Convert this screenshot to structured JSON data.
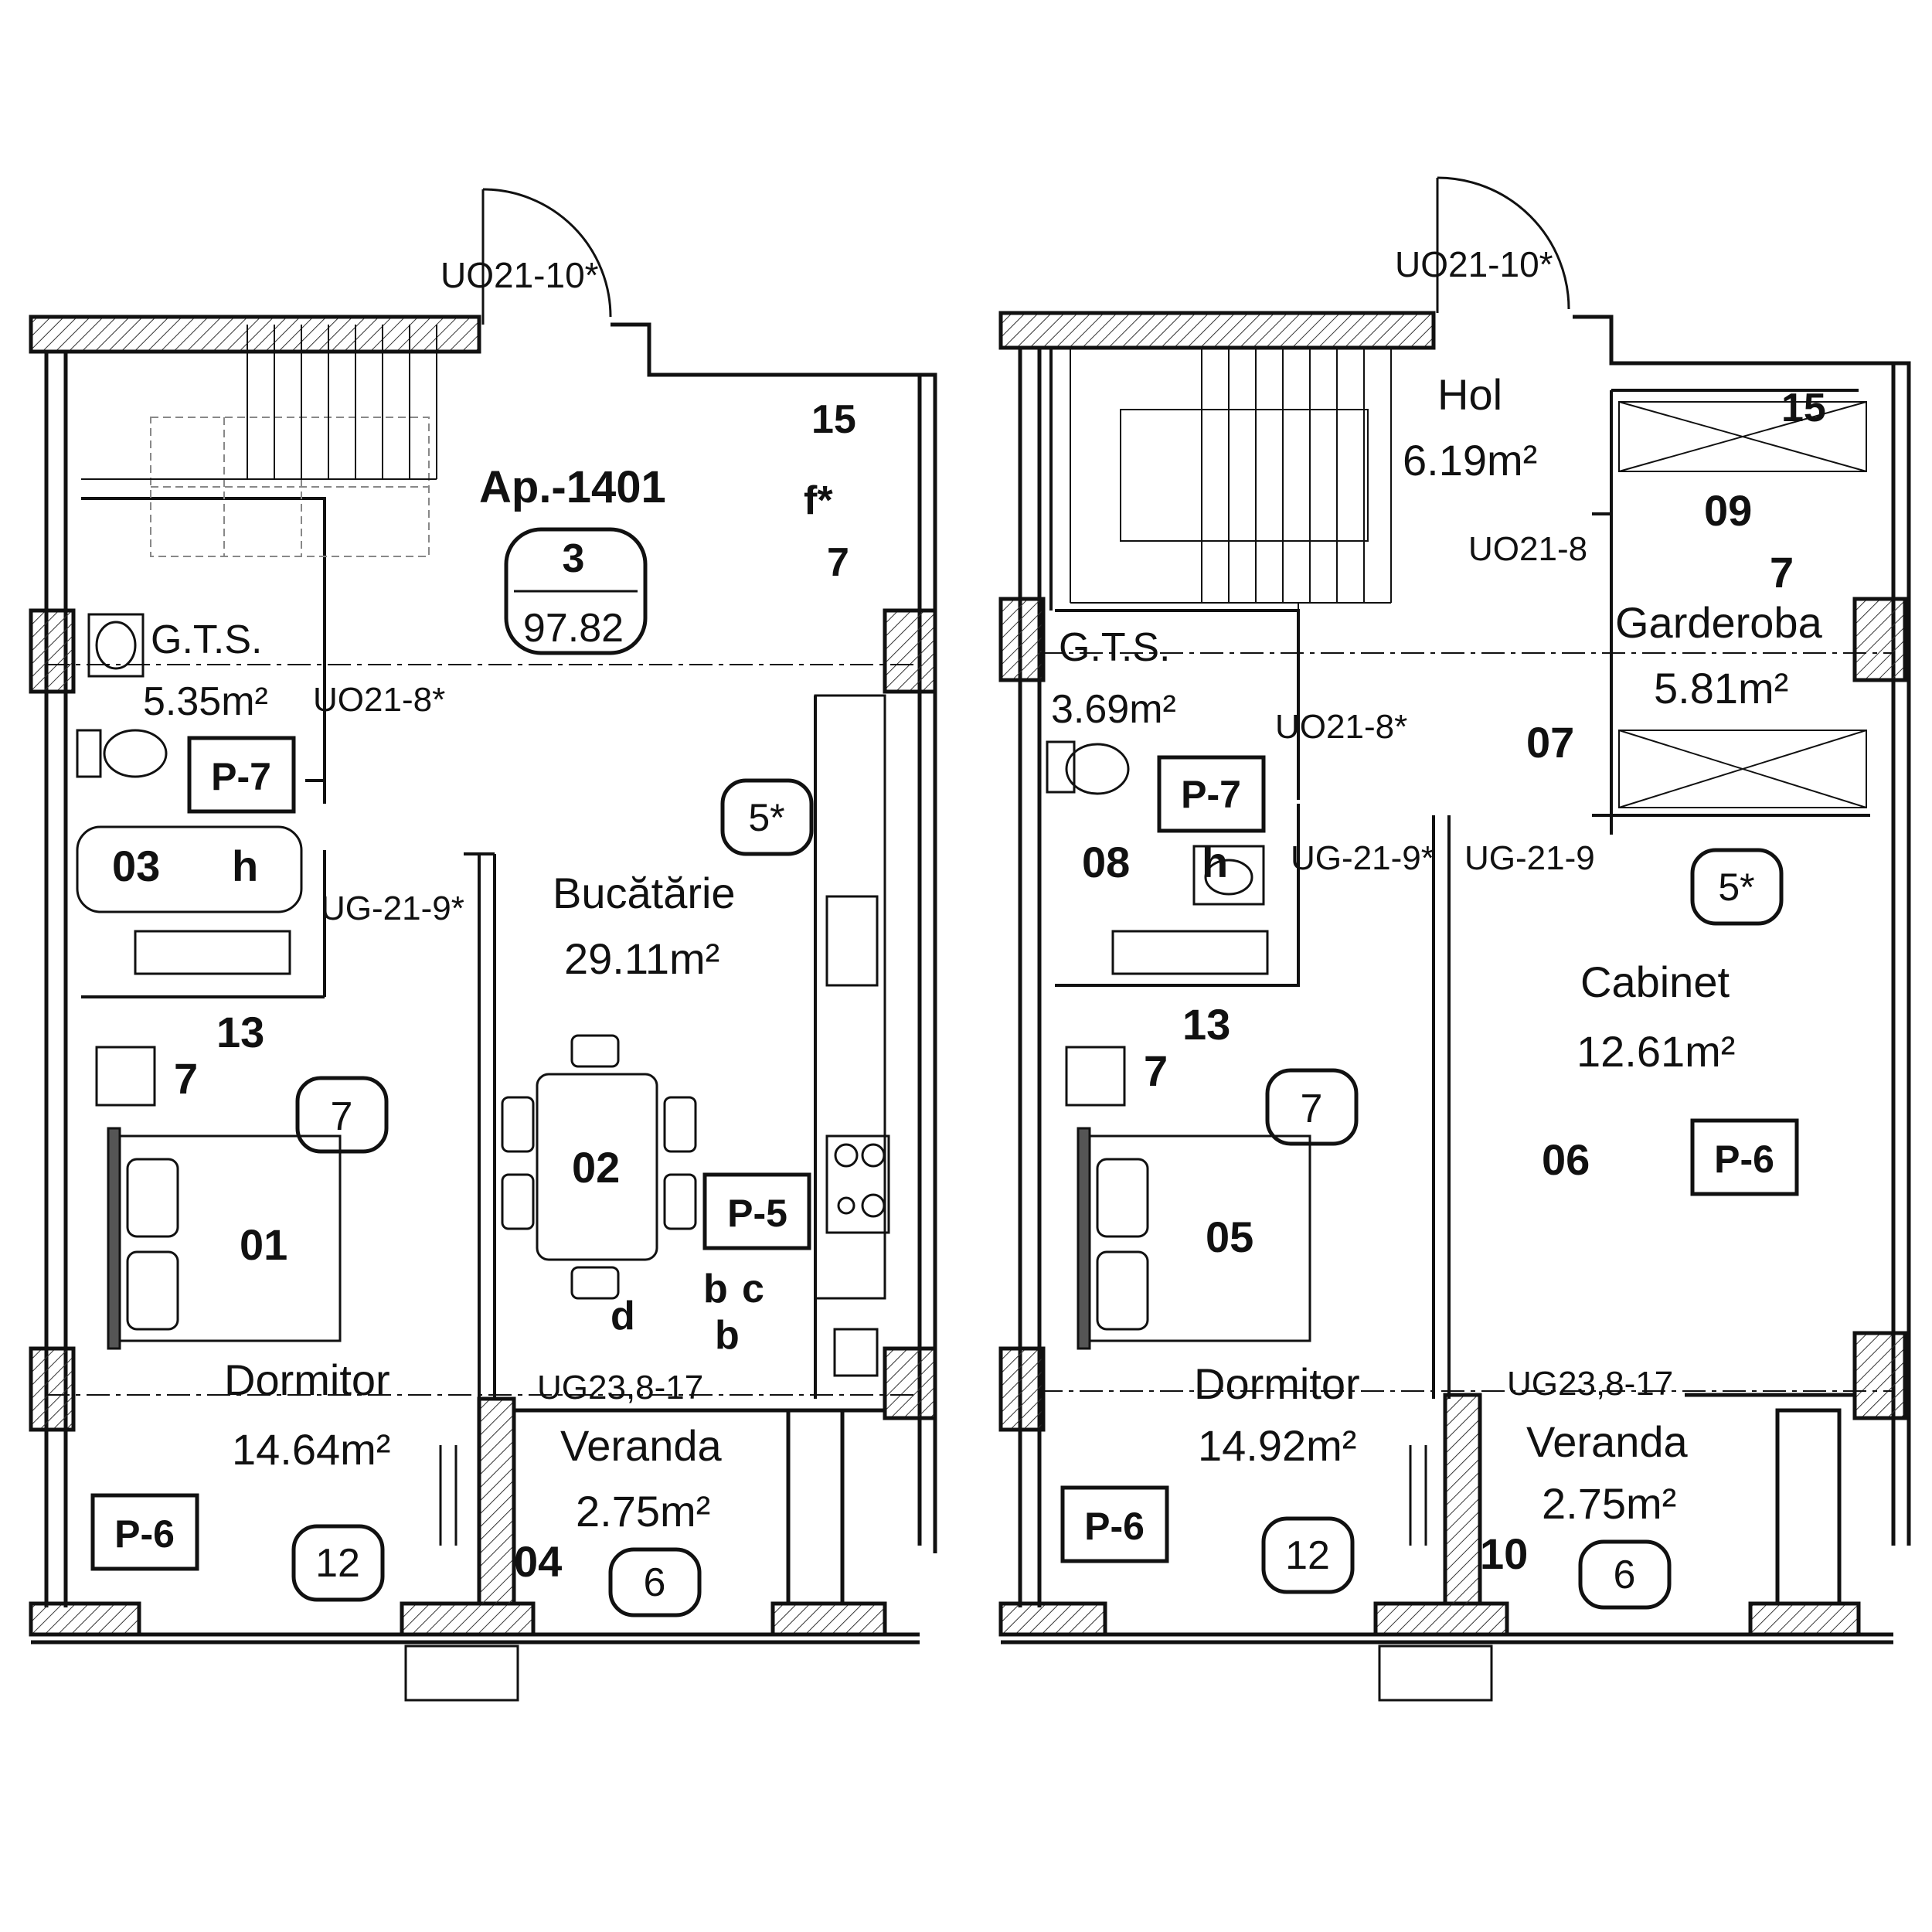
{
  "apartment": {
    "title": "Ap.-1401",
    "rooms_count": "3",
    "total_area": "97.82"
  },
  "left_plan": {
    "door_entry": "UO21-10*",
    "rooms": {
      "bathroom_name": "G.T.S.",
      "bathroom_area": "5.35m²",
      "kitchen_name": "Bucătărie",
      "kitchen_area": "29.11m²",
      "bedroom_name": "Dormitor",
      "bedroom_area": "14.64m²",
      "veranda_name": "Veranda",
      "veranda_area": "2.75m²"
    },
    "room_numbers": {
      "bedroom": "01",
      "kitchen": "02",
      "bath": "03",
      "veranda": "04"
    },
    "door_codes": {
      "bath_door": "UO21-8*",
      "bedroom_door": "UG-21-9*",
      "veranda_door": "UG23,8-17"
    },
    "tags": {
      "p7": "P-7",
      "p5": "P-5",
      "p6": "P-6"
    },
    "circles": {
      "c5": "5*",
      "c7": "7",
      "c12": "12",
      "c6": "6"
    },
    "callouts": {
      "n15": "15",
      "f": "f*",
      "n7_top": "7",
      "h": "h",
      "n13": "13",
      "n7_bath": "7",
      "d": "d",
      "b1": "b",
      "c": "c",
      "b2": "b"
    }
  },
  "right_plan": {
    "door_entry": "UO21-10*",
    "rooms": {
      "hall_name": "Hol",
      "hall_area": "6.19m²",
      "bathroom_name": "G.T.S.",
      "bathroom_area": "3.69m²",
      "wardrobe_name": "Garderoba",
      "wardrobe_area": "5.81m²",
      "office_name": "Cabinet",
      "office_area": "12.61m²",
      "bedroom_name": "Dormitor",
      "bedroom_area": "14.92m²",
      "veranda_name": "Veranda",
      "veranda_area": "2.75m²"
    },
    "room_numbers": {
      "bedroom": "05",
      "office": "06",
      "hall": "07",
      "bath": "08",
      "wardrobe": "09",
      "veranda": "10"
    },
    "door_codes": {
      "wardrobe_door": "UO21-8",
      "bath_door": "UO21-8*",
      "bedroom_door": "UG-21-9*",
      "office_door": "UG-21-9",
      "veranda_door": "UG23,8-17"
    },
    "tags": {
      "p7": "P-7",
      "p6_office": "P-6",
      "p6_bed": "P-6"
    },
    "circles": {
      "c5": "5*",
      "c7": "7",
      "c12": "12",
      "c6": "6"
    },
    "callouts": {
      "n15": "15",
      "n7_top": "7",
      "h": "h",
      "n13": "13",
      "n7_bath": "7"
    }
  }
}
